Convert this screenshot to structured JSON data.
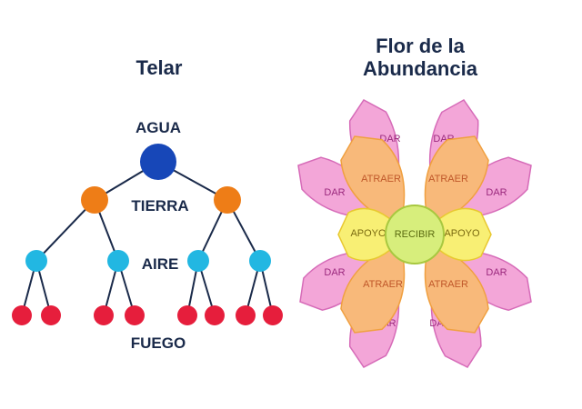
{
  "telar": {
    "title": "Telar",
    "levels": [
      "AGUA",
      "TIERRA",
      "AIRE",
      "FUEGO"
    ],
    "colors": {
      "agua": "#1747b8",
      "tierra": "#ee7d17",
      "aire": "#22b7e2",
      "fuego": "#e61e3c",
      "line": "#1a2a4a"
    }
  },
  "flor": {
    "title_line1": "Flor de la",
    "title_line2": "Abundancia",
    "outer_label": "DAR",
    "middle_label": "ATRAER",
    "side_label": "APOYO",
    "center_label": "RECIBIR",
    "colors": {
      "outer_fill": "#f3a6d8",
      "outer_stroke": "#d66bb8",
      "outer_text": "#9b2a7e",
      "middle_fill": "#f8b97a",
      "middle_stroke": "#f0a040",
      "middle_text": "#c0582a",
      "inner_fill": "#f8ef74",
      "inner_stroke": "#e8c830",
      "inner_text": "#7a6a10",
      "center_fill": "#d7ee7c",
      "center_stroke": "#a8c840",
      "center_text": "#5a6a10"
    }
  }
}
